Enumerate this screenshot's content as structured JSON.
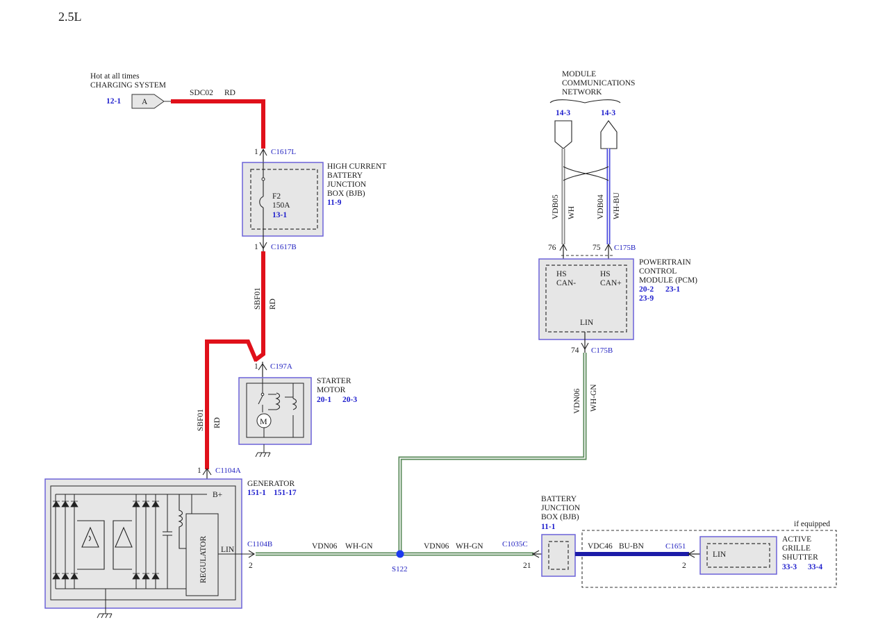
{
  "title": "2.5L",
  "colors": {
    "red_wire": "#e0101a",
    "blue_wire": "#1c1ca8",
    "green_wire": "#5a8a5a",
    "module_border": "#6b62d8",
    "ref_text": "#1c1ccc"
  },
  "charging_source": {
    "label_line1": "Hot at all times",
    "label_line2": "CHARGING SYSTEM",
    "ref": "12-1",
    "connector_letter": "A",
    "circuit": "SDC02",
    "color": "RD"
  },
  "bjb_high_current": {
    "name_line1": "HIGH CURRENT",
    "name_line2": "BATTERY",
    "name_line3": "JUNCTION",
    "name_line4": "BOX (BJB)",
    "ref": "11-9",
    "connector_top": "C1617L",
    "pin_top": "1",
    "connector_bottom": "C1617B",
    "pin_bottom": "1",
    "fuse_name": "F2",
    "fuse_rating": "150A",
    "fuse_ref": "13-1"
  },
  "wire_sbf01_a": {
    "circuit": "SBF01",
    "color": "RD"
  },
  "starter": {
    "name_line1": "STARTER",
    "name_line2": "MOTOR",
    "ref1": "20-1",
    "ref2": "20-3",
    "connector": "C197A",
    "pin": "1"
  },
  "wire_sbf01_b": {
    "circuit": "SBF01",
    "color": "RD"
  },
  "generator": {
    "name": "GENERATOR",
    "ref1": "151-1",
    "ref2": "151-17",
    "connector_top": "C1104A",
    "pin_top": "1",
    "bplus": "B+",
    "regulator": "REGULATOR",
    "lin": "LIN",
    "connector_lin": "C1104B",
    "pin_lin": "2"
  },
  "wire_vdn06_left": {
    "circuit": "VDN06",
    "color": "WH-GN"
  },
  "splice": {
    "name": "S122"
  },
  "wire_vdn06_right": {
    "circuit": "VDN06",
    "color": "WH-GN"
  },
  "wire_vdn06_vertical": {
    "circuit": "VDN06",
    "color": "WH-GN"
  },
  "network": {
    "line1": "MODULE",
    "line2": "COMMUNICATIONS",
    "line3": "NETWORK",
    "ref_left": "14-3",
    "ref_right": "14-3"
  },
  "wire_vdb05": {
    "circuit": "VDB05",
    "color": "WH"
  },
  "wire_vdb04": {
    "circuit": "VDB04",
    "color": "WH-BU"
  },
  "pcm": {
    "name_line1": "POWERTRAIN",
    "name_line2": "CONTROL",
    "name_line3": "MODULE (PCM)",
    "ref1": "20-2",
    "ref2": "23-1",
    "ref3": "23-9",
    "pin_can_minus": "76",
    "pin_can_plus": "75",
    "connector_top": "C175B",
    "hs1": "HS",
    "can_minus": "CAN-",
    "hs2": "HS",
    "can_plus": "CAN+",
    "lin": "LIN",
    "pin_lin": "74",
    "connector_lin": "C175B"
  },
  "bjb": {
    "name_line1": "BATTERY",
    "name_line2": "JUNCTION",
    "name_line3": "BOX (BJB)",
    "ref": "11-1",
    "connector": "C1035C",
    "pin": "21"
  },
  "wire_vdc46": {
    "circuit": "VDC46",
    "color": "BU-BN"
  },
  "shutter": {
    "if_equipped": "if equipped",
    "name_line1": "ACTIVE",
    "name_line2": "GRILLE",
    "name_line3": "SHUTTER",
    "ref1": "33-3",
    "ref2": "33-4",
    "connector": "C1651",
    "pin": "2",
    "lin": "LIN"
  }
}
